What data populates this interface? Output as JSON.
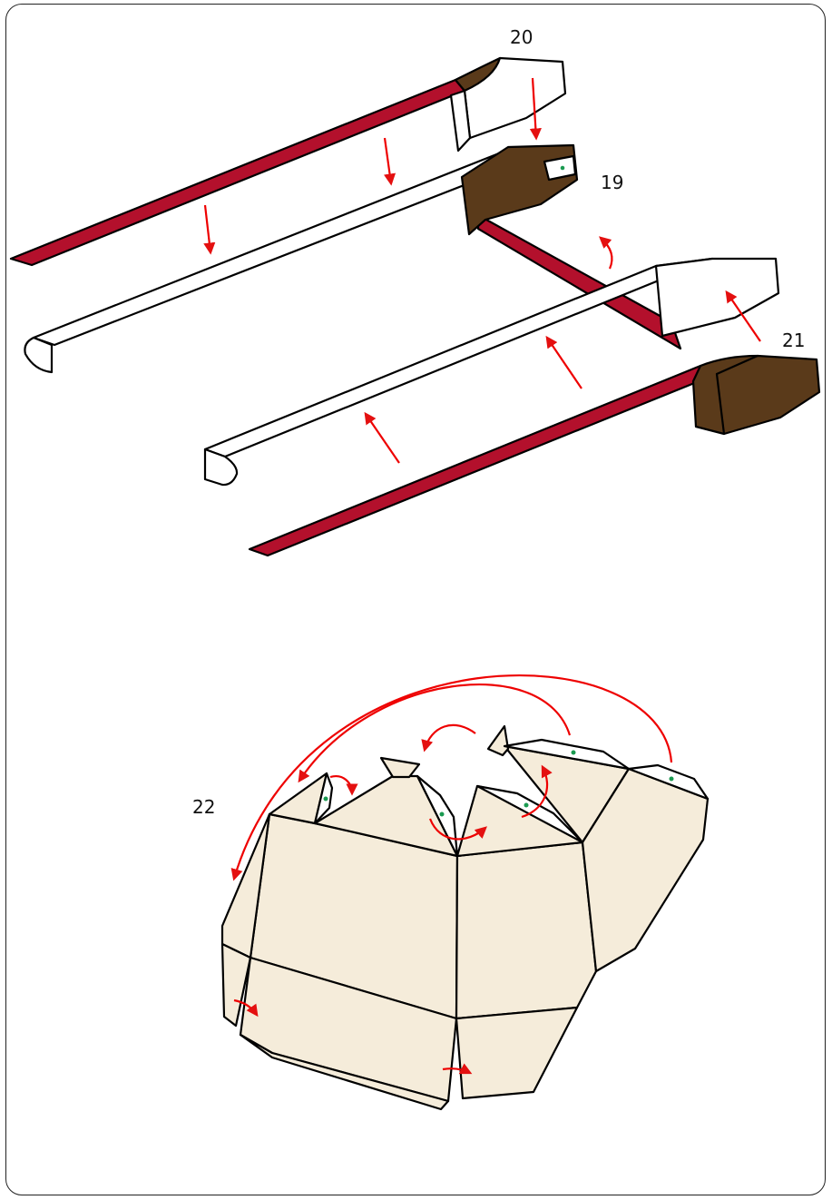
{
  "labels": {
    "step_19": "19",
    "step_20": "20",
    "step_21": "21",
    "step_22": "22"
  },
  "colors": {
    "crimson": "#b3102c",
    "brown": "#5a3a1a",
    "beige": "#f5ecda",
    "white": "#ffffff",
    "arrow": "#e41010",
    "dot": "#1a9a50"
  }
}
